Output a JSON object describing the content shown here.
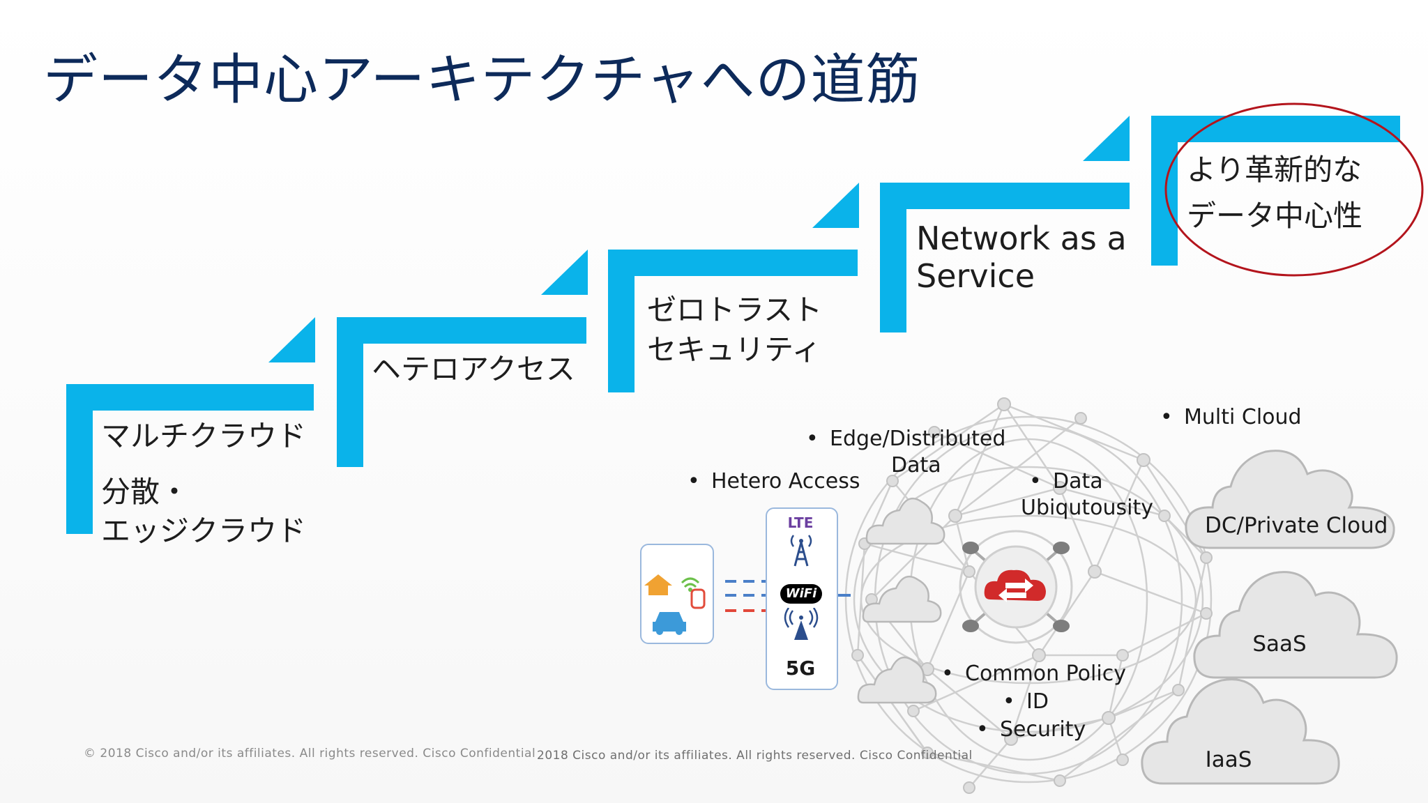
{
  "title": "データ中心アーキテクチャへの道筋",
  "steps": [
    {
      "lines": [
        "マルチクラウド",
        "分散・",
        "エッジクラウド"
      ]
    },
    {
      "lines": [
        "ヘテロアクセス"
      ]
    },
    {
      "lines": [
        "ゼロトラスト",
        "セキュリティ"
      ]
    },
    {
      "lines": [
        "Network as a",
        "Service"
      ]
    },
    {
      "lines": [
        "より革新的な",
        "データ中心性"
      ]
    }
  ],
  "diagram": {
    "bullets": {
      "hetero": "Hetero Access",
      "edge_1": "Edge/Distributed",
      "edge_2": "Data",
      "ubiq_1": "Data",
      "ubiq_2": "Ubiqutousity",
      "multi": "Multi Cloud",
      "policy": "Common Policy",
      "id": "ID",
      "security": "Security"
    },
    "clouds": {
      "dc": "DC/Private Cloud",
      "saas": "SaaS",
      "iaas": "IaaS"
    },
    "tech": {
      "lte": "LTE",
      "wifi": "WiFi",
      "fiveg": "5G"
    }
  },
  "copyright_left": "© 2018  Cisco and/or its affiliates. All rights reserved.   Cisco Confidential",
  "copyright_right": "2018  Cisco and/or its affiliates. All rights reserved.   Cisco Confidential",
  "colors": {
    "stair": "#0ab3ea",
    "title": "#0d2a5a",
    "highlight_circle": "#b3141c",
    "cloud_fill": "#e6e6e6",
    "cloud_stroke": "#b8b8b8",
    "lte": "#6b3fa0",
    "core_red": "#d12a2a"
  }
}
